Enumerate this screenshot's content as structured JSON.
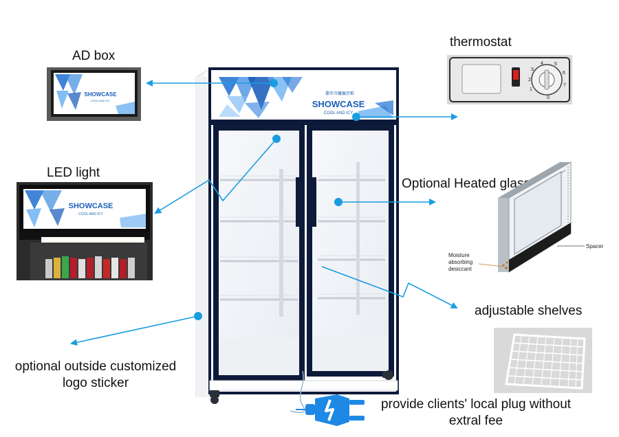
{
  "labels": {
    "ad_box": "AD box",
    "led_light": "LED light",
    "thermostat": "thermostat",
    "heated_glass": "Optional Heated glass",
    "adjustable_shelves": "adjustable shelves",
    "logo_sticker_line1": "optional outside customized",
    "logo_sticker_line2": "logo sticker",
    "plug_line1": "provide clients' local plug without",
    "plug_line2": "extral fee"
  },
  "showcase_sign": {
    "brand": "SHOWCASE",
    "tagline": "COOL AND ICY"
  },
  "thermostat_dial": [
    "0",
    "1",
    "2",
    "3",
    "4",
    "5",
    "6",
    "7"
  ],
  "glass_diagram": {
    "moisture_label_line1": "Moisture",
    "moisture_label_line2": "absorbing",
    "moisture_label_line3": "desiccant",
    "spacer_label": "Spacer"
  },
  "colors": {
    "callout": "#1a9de0",
    "frame": "#0d1a3a",
    "sign_blue": "#1e6fd0",
    "plug_blue": "#1e88e5"
  }
}
